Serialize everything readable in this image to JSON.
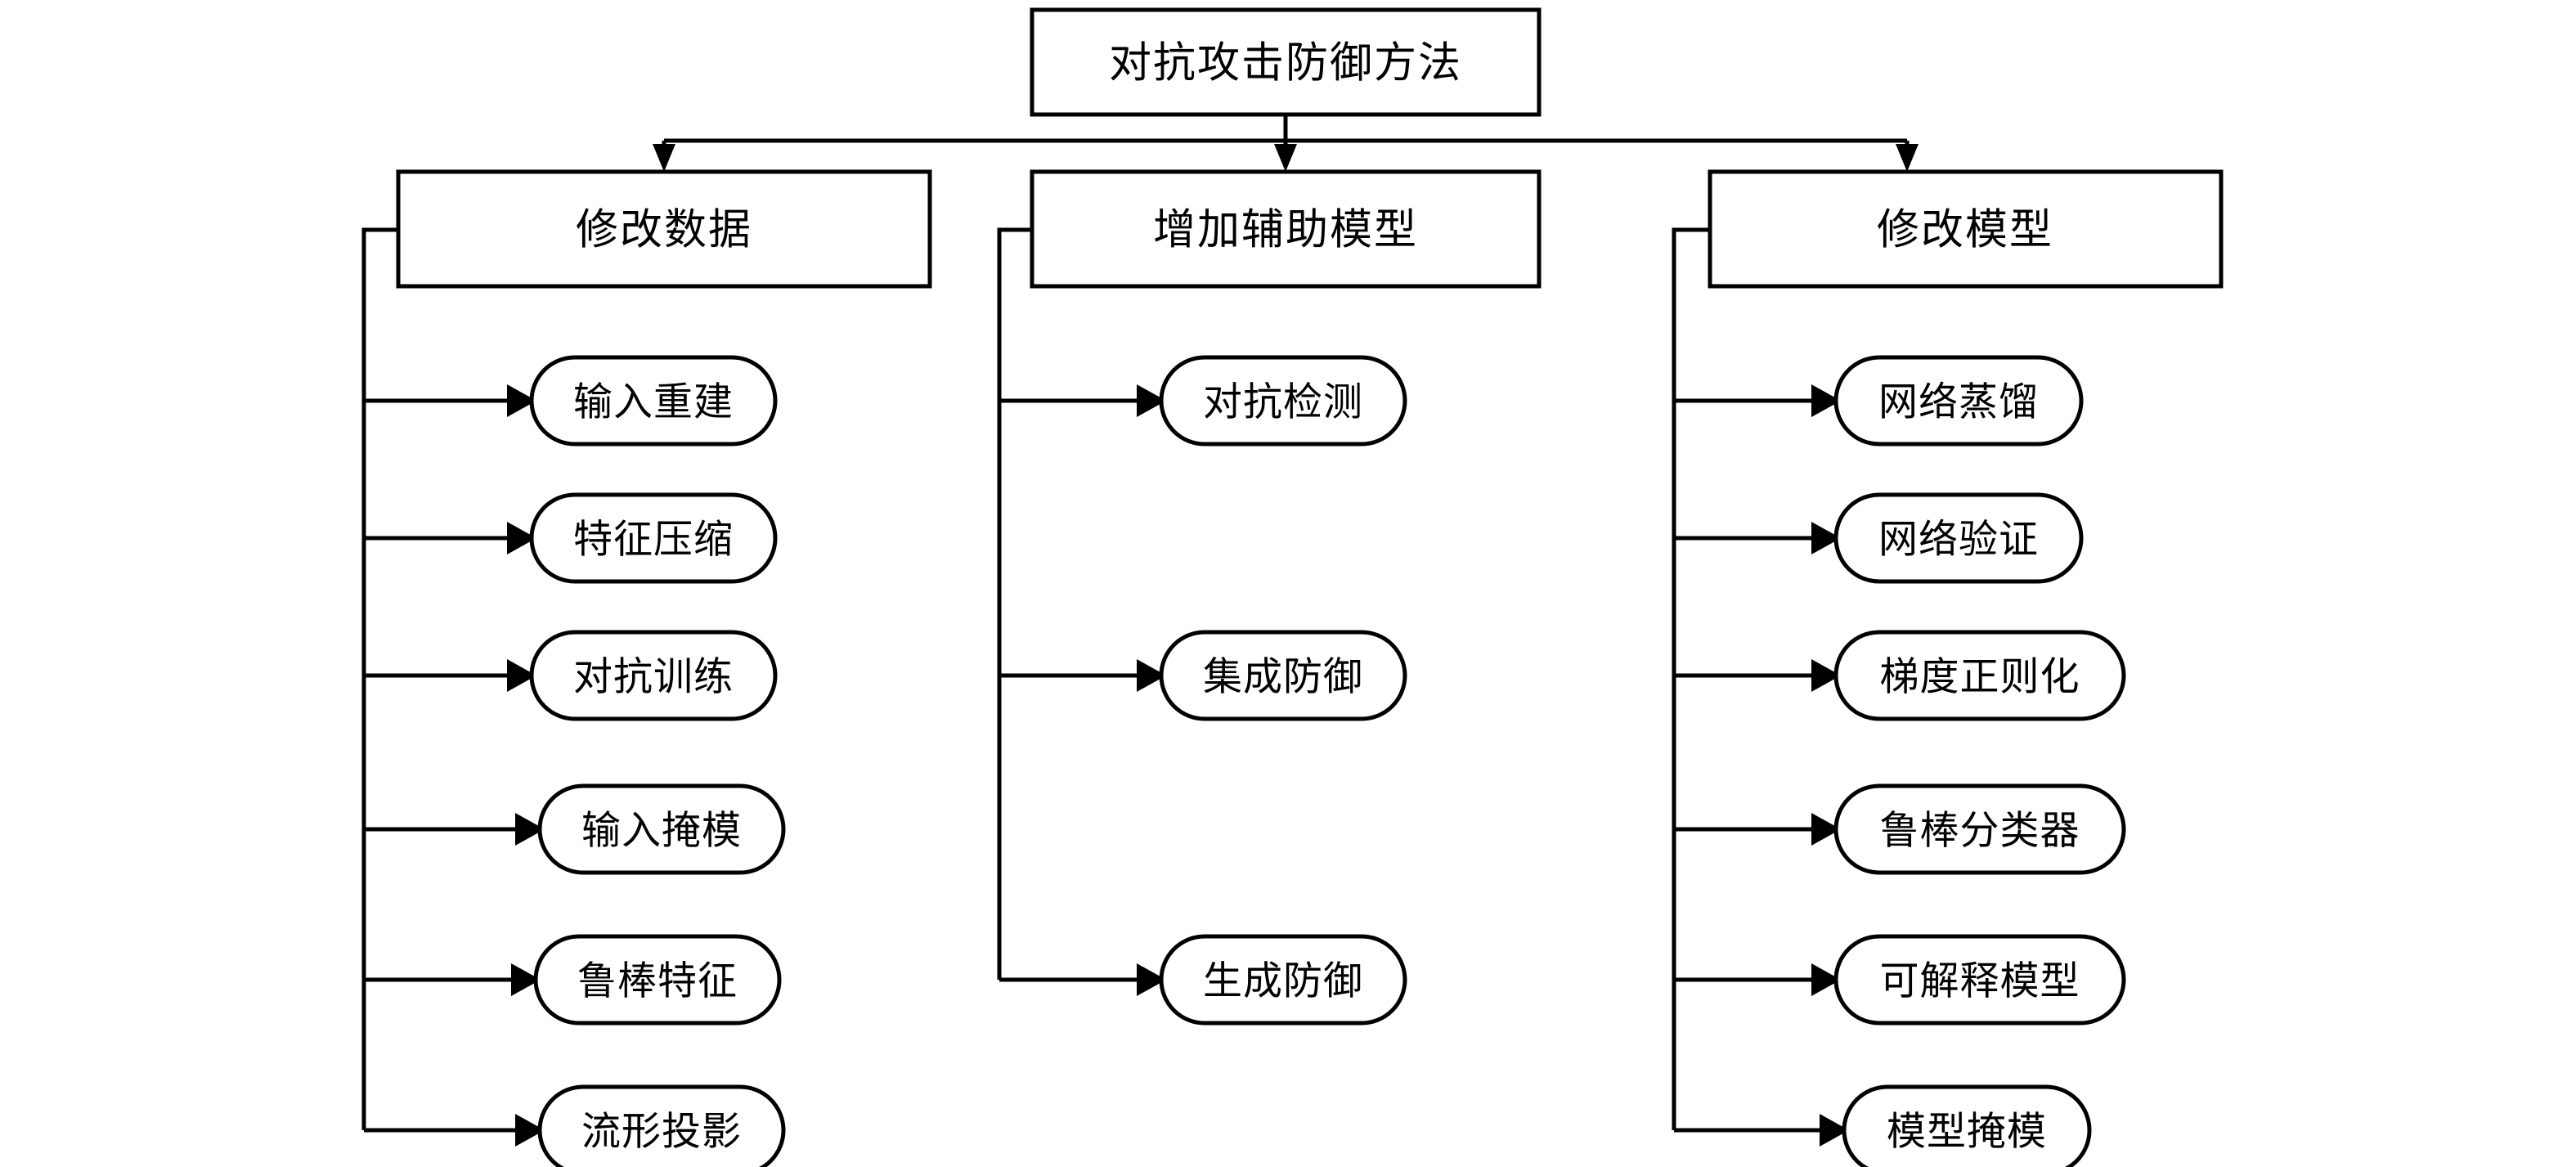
{
  "diagram": {
    "title": "对抗攻击防御方法",
    "type": "tree-hierarchy",
    "orientation": "top-down-then-left-to-right",
    "root": {
      "label": "对抗攻击防御方法",
      "shape": "rectangle"
    },
    "branches": [
      {
        "label": "修改数据",
        "shape": "rectangle",
        "leaves": [
          {
            "label": "输入重建",
            "shape": "stadium"
          },
          {
            "label": "特征压缩",
            "shape": "stadium"
          },
          {
            "label": "对抗训练",
            "shape": "stadium"
          },
          {
            "label": "输入掩模",
            "shape": "stadium"
          },
          {
            "label": "鲁棒特征",
            "shape": "stadium"
          },
          {
            "label": "流形投影",
            "shape": "stadium"
          }
        ]
      },
      {
        "label": "增加辅助模型",
        "shape": "rectangle",
        "leaves": [
          {
            "label": "对抗检测",
            "shape": "stadium"
          },
          {
            "label": "集成防御",
            "shape": "stadium"
          },
          {
            "label": "生成防御",
            "shape": "stadium"
          }
        ]
      },
      {
        "label": "修改模型",
        "shape": "rectangle",
        "leaves": [
          {
            "label": "网络蒸馏",
            "shape": "stadium"
          },
          {
            "label": "网络验证",
            "shape": "stadium"
          },
          {
            "label": "梯度正则化",
            "shape": "stadium"
          },
          {
            "label": "鲁棒分类器",
            "shape": "stadium"
          },
          {
            "label": "可解释模型",
            "shape": "stadium"
          },
          {
            "label": "模型掩模",
            "shape": "stadium"
          }
        ]
      }
    ],
    "colors": {
      "background": "#ffffff",
      "stroke": "#000000",
      "text": "#000000",
      "fill": "#ffffff"
    }
  }
}
